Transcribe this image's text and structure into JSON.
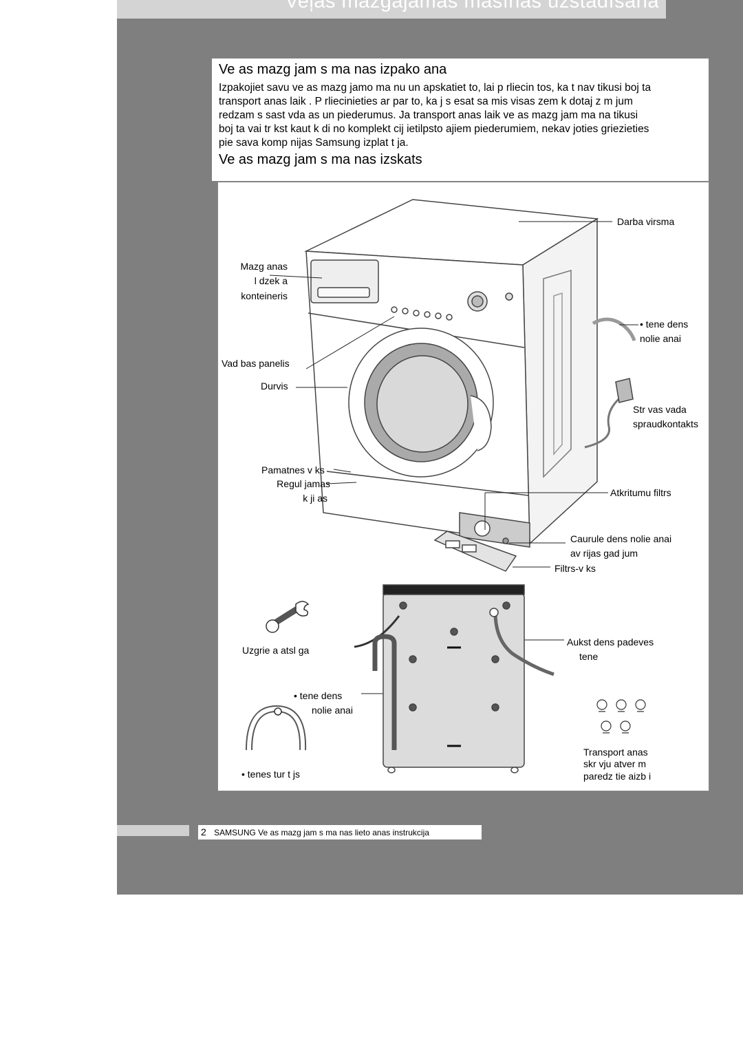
{
  "header": {
    "title": "Veļas mazgājamās mašīnas uzstādīšana"
  },
  "unpacking": {
    "heading": "Ve as mazg jam s ma  nas izpako ana",
    "lines": [
      "Izpakojiet savu ve as mazg jamo ma  nu un apskatiet to, lai p rliecin tos, ka t  nav tikusi boj ta",
      "transport  anas laik . P rliecinieties ar  par to, ka j s esat sa  mis visas zem k dotaj  z m jum",
      "redzam s sast vda as un piederumus. Ja transport  anas laik  ve as mazg jam  ma  na tikusi",
      "boj ta vai tr kst kaut k di no komplekt cij  ietilpsto ajiem piederumiem, nekav joties griezieties",
      "pie sava komp nijas  Samsung  izplat t ja."
    ]
  },
  "overview": {
    "heading": "Ve as mazg jam s ma  nas izskats"
  },
  "labels": {
    "worktop": "Darba virsma",
    "detergent": [
      "Mazg  anas",
      "l dzek a",
      "konteineris"
    ],
    "drain_hose": [
      "•  tene   dens",
      "nolie anai"
    ],
    "control_panel": "Vad bas panelis",
    "door": "Durvis",
    "power_cord": [
      "Str vas vada",
      "spraudkontakts"
    ],
    "base_cover": "Pamatnes v ks",
    "leveling_feet": [
      "Regul jamas",
      "k ji as"
    ],
    "debris_filter": "Atkritumu filtrs",
    "emergency_tube": [
      "Caurule   dens nolie anai",
      "av rijas gad jum"
    ],
    "filter_cover": "Filtrs-v ks",
    "spanner": "Uzgrie  a atsl ga",
    "hot_water_hose": [
      "Aukst    dens padeves",
      "tene"
    ],
    "drain_hose_2": [
      "•  tene  dens",
      "nolie anai"
    ],
    "hose_guide": "•  tenes tur t js",
    "shipping_caps": [
      "Transport  anas",
      "skr  vju atver m",
      "paredz tie aizb   i"
    ]
  },
  "footer": {
    "page_number": "2",
    "text": "SAMSUNG  Ve as mazg jam s ma  nas lieto anas instrukcija"
  }
}
